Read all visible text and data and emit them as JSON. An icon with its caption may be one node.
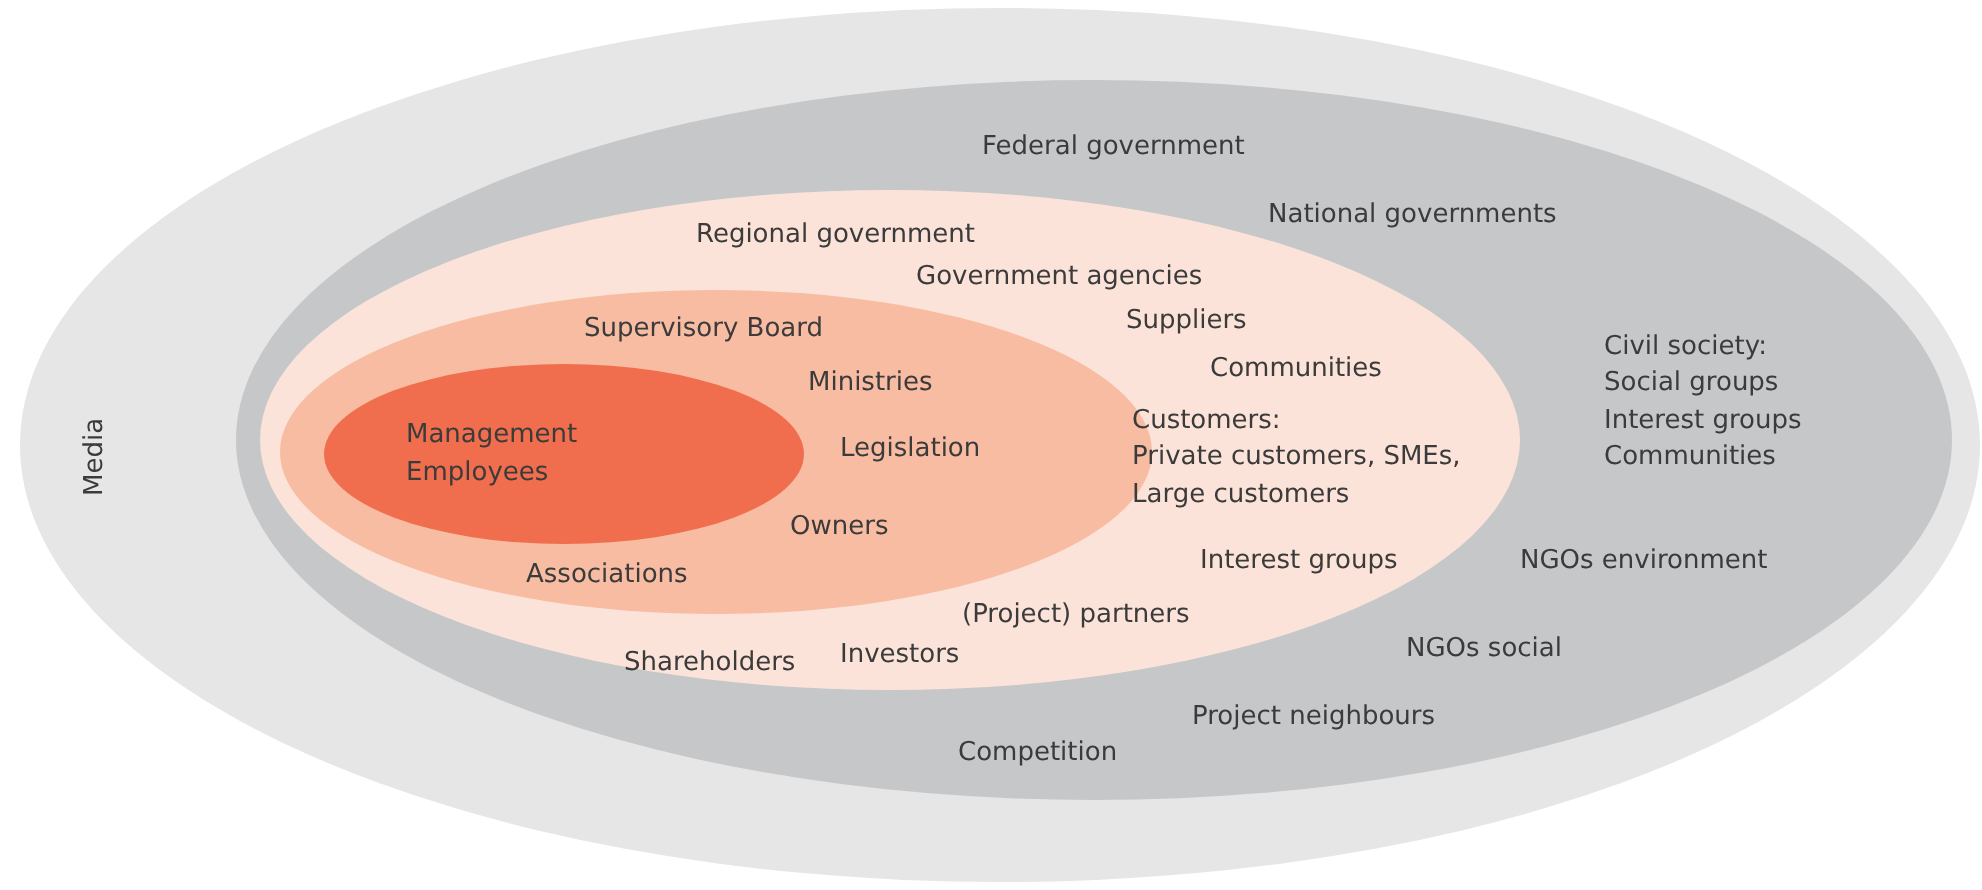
{
  "diagram": {
    "nodes": [
      {
        "text": [
          "Media"
        ]
      },
      {
        "text": [
          "Federal government",
          "National governments",
          "Civil society:",
          "Social groups",
          "Interest groups",
          "Communities",
          "NGOs environment",
          "NGOs social",
          "Project neighbours",
          "Competition"
        ],
        "in": 0
      },
      {
        "text": [
          "Regional government",
          "Government agencies",
          "Suppliers",
          "Communities",
          "Customers:",
          "Private customers, SMEs,",
          "Large customers",
          "Interest groups",
          "(Project) partners",
          "Investors",
          "Shareholders"
        ],
        "in": 1
      },
      {
        "text": [
          "Supervisory Board",
          "Ministries",
          "Legislation",
          "Owners",
          "Associations"
        ],
        "in": 2
      },
      {
        "text": [
          "Management",
          "Employees"
        ],
        "in": 3
      }
    ]
  }
}
